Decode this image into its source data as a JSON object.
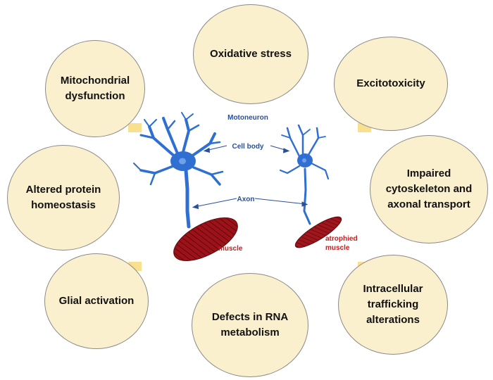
{
  "colors": {
    "bubble_fill": "#fbf0cd",
    "bubble_border": "#8a8a8a",
    "tab": "#f9e08f",
    "neuron": "#2f6fd1",
    "muscle": "#9c1218",
    "label_blue": "#2a4f9c",
    "label_red": "#cc1a1a"
  },
  "bubbles": [
    {
      "label": "Oxidative stress"
    },
    {
      "label": "Mitochondrial\ndysfunction"
    },
    {
      "label": "Excitotoxicity"
    },
    {
      "label": "Altered protein\nhomeostasis"
    },
    {
      "label": "Impaired\ncytoskeleton and\naxonal transport"
    },
    {
      "label": "Glial activation"
    },
    {
      "label": "Defects in RNA\nmetabolism"
    },
    {
      "label": "Intracellular\ntrafficking\nalterations"
    }
  ],
  "illustration": {
    "cut_off_label": "Motoneuron",
    "cell_body_label": "Cell body",
    "axon_label": "Axon",
    "muscle_label": "muscle",
    "atrophied_muscle_label": "atrophied\nmuscle"
  }
}
